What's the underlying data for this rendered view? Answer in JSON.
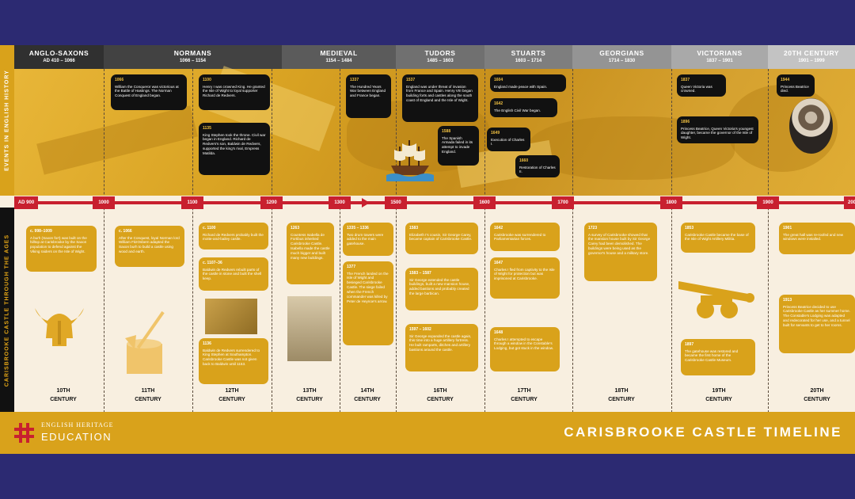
{
  "side_labels": {
    "top": "EVENTS IN ENGLISH HISTORY",
    "bottom": "CARISBROOKE CASTLE THROUGH THE AGES"
  },
  "periods": [
    {
      "name": "ANGLO-SAXONS",
      "dates": "AD 410 – 1066",
      "color": "#303030"
    },
    {
      "name": "NORMANS",
      "dates": "1066 – 1154",
      "color": "#424242"
    },
    {
      "name": "MEDIEVAL",
      "dates": "1154 – 1484",
      "color": "#5b5b5b"
    },
    {
      "name": "TUDORS",
      "dates": "1485 – 1603",
      "color": "#707070"
    },
    {
      "name": "STUARTS",
      "dates": "1603 – 1714",
      "color": "#7e7e7e"
    },
    {
      "name": "GEORGIANS",
      "dates": "1714 – 1830",
      "color": "#949494"
    },
    {
      "name": "VICTORIANS",
      "dates": "1837 – 1901",
      "color": "#a9a9a9"
    },
    {
      "name": "20TH CENTURY",
      "dates": "1901 – 1999",
      "color": "#c3c3c3"
    }
  ],
  "ticks": [
    "AD 900",
    "1000",
    "1100",
    "1200",
    "1300",
    "1500",
    "1600",
    "1700",
    "1800",
    "1900",
    "200"
  ],
  "history_events": [
    {
      "year": "1066",
      "text": "William the Conqueror was victorious at the Battle of Hastings. The Norman Conquest of England began."
    },
    {
      "year": "1100",
      "text": "Henry I was crowned King. He granted the Isle of Wight to loyal supporter Richard de Redvers."
    },
    {
      "year": "1135",
      "text": "King Stephen took the throne. Civil war began in England. Richard de Redvers's son, Baldwin de Redvers, supported the king's rival, Empress Matilda."
    },
    {
      "year": "1337",
      "text": "The Hundred Years War between England and France began."
    },
    {
      "year": "1537",
      "text": "England was under threat of invasion from France and Spain. Henry VIII began building forts and castles along the south coast of England and the Isle of Wight."
    },
    {
      "year": "1588",
      "text": "The Spanish Armada failed in its attempt to invade England."
    },
    {
      "year": "1604",
      "text": "England made peace with Spain."
    },
    {
      "year": "1642",
      "text": "The English Civil War began."
    },
    {
      "year": "1649",
      "text": "Execution of Charles I."
    },
    {
      "year": "1660",
      "text": "Restoration of Charles II."
    },
    {
      "year": "1837",
      "text": "Queen Victoria was crowned."
    },
    {
      "year": "1896",
      "text": "Princess Beatrice, Queen Victoria's youngest daughter, became the governor of the Isle of Wight."
    },
    {
      "year": "1944",
      "text": "Princess Beatrice died."
    }
  ],
  "castle_events": [
    {
      "year": "c. 998–1009",
      "text": "A burh (Saxon fort) was built on the hilltop at Carisbrooke by the Saxon population to defend against the Viking raiders on the Isle of Wight."
    },
    {
      "year": "c. 1066",
      "text": "After the Conquest, loyal Norman lord William FitzOsbern adapted the Saxon burh to build a castle using wood and earth."
    },
    {
      "year": "c. 1100",
      "text": "Richard de Redvers probably built the motte-and-bailey castle."
    },
    {
      "year": "c. 1107–36",
      "text": "Baldwin de Redvers rebuilt parts of the castle in stone and built the shell keep."
    },
    {
      "year": "1136",
      "text": "Baldwin de Redvers surrendered to King Stephen at Southampton. Carisbrooke Castle was not given back to Baldwin until 1153."
    },
    {
      "year": "1263",
      "text": "Countess Isabella de Fortibus inherited Carisbrooke Castle. Isabella made the castle much bigger and built many new buildings."
    },
    {
      "year": "1335 – 1336",
      "text": "Two drum towers were added to the main gatehouse."
    },
    {
      "year": "1377",
      "text": "The French landed on the Isle of Wight and besieged Carisbrooke Castle. The siege failed when the French commander was killed by Peter de Heynoe's arrow."
    },
    {
      "year": "1583",
      "text": "Elizabeth I's cousin, Sir George Carey, became captain of Carisbrooke Castle."
    },
    {
      "year": "1583 – 1587",
      "text": "Sir George extended the castle buildings, built a new mansion house, added bastions and probably created the large barbican."
    },
    {
      "year": "1597 – 1602",
      "text": "Sir George expanded the castle again, this time into a huge artillery fortress. He built ramparts, ditches and artillery bastions around the castle."
    },
    {
      "year": "1642",
      "text": "Carisbrooke was surrendered to Parliamentarian forces."
    },
    {
      "year": "1647",
      "text": "Charles I fled from captivity to the Isle of Wight for protection but was imprisoned at Carisbrooke."
    },
    {
      "year": "1648",
      "text": "Charles I attempted to escape through a window in the Constable's Lodging, but got stuck in the window."
    },
    {
      "year": "1723",
      "text": "A survey of Carisbrooke showed that the mansion house built by Sir George Carey had been demolished. The buildings were being used as the governor's house and a military store."
    },
    {
      "year": "1853",
      "text": "Carisbrooke Castle became the base of the Isle of Wight Artillery Militia."
    },
    {
      "year": "1897",
      "text": "The gatehouse was restored and became the first home of the Carisbrooke Castle Museum."
    },
    {
      "year": "1901",
      "text": "The great hall was re-roofed and new windows were installed."
    },
    {
      "year": "1913",
      "text": "Princess Beatrice decided to use Carisbrooke Castle as her summer home. The Constable's Lodging was adapted and redecorated for her use, and a tunnel built for servants to get to her rooms."
    }
  ],
  "centuries": [
    {
      "num": "10TH",
      "word": "CENTURY"
    },
    {
      "num": "11TH",
      "word": "CENTURY"
    },
    {
      "num": "12TH",
      "word": "CENTURY"
    },
    {
      "num": "13TH",
      "word": "CENTURY"
    },
    {
      "num": "14TH",
      "word": "CENTURY"
    },
    {
      "num": "16TH",
      "word": "CENTURY"
    },
    {
      "num": "17TH",
      "word": "CENTURY"
    },
    {
      "num": "18TH",
      "word": "CENTURY"
    },
    {
      "num": "19TH",
      "word": "CENTURY"
    },
    {
      "num": "20TH",
      "word": "CENTURY"
    }
  ],
  "footer": {
    "brand_top": "ENGLISH HERITAGE",
    "brand_bottom": "EDUCATION",
    "title": "CARISBROOKE CASTLE TIMELINE"
  },
  "icons": [
    "viking-helmet-icon",
    "axe-stump-icon",
    "castle-photo-icon",
    "window-photo-icon",
    "spanish-galleon-icon",
    "cannon-icon",
    "princess-portrait-icon",
    "english-heritage-logo-icon"
  ],
  "colors": {
    "background": "#2c2a72",
    "gold": "#d9a21b",
    "red": "#c8202f",
    "black": "#111111",
    "cream": "#f8efe0"
  }
}
